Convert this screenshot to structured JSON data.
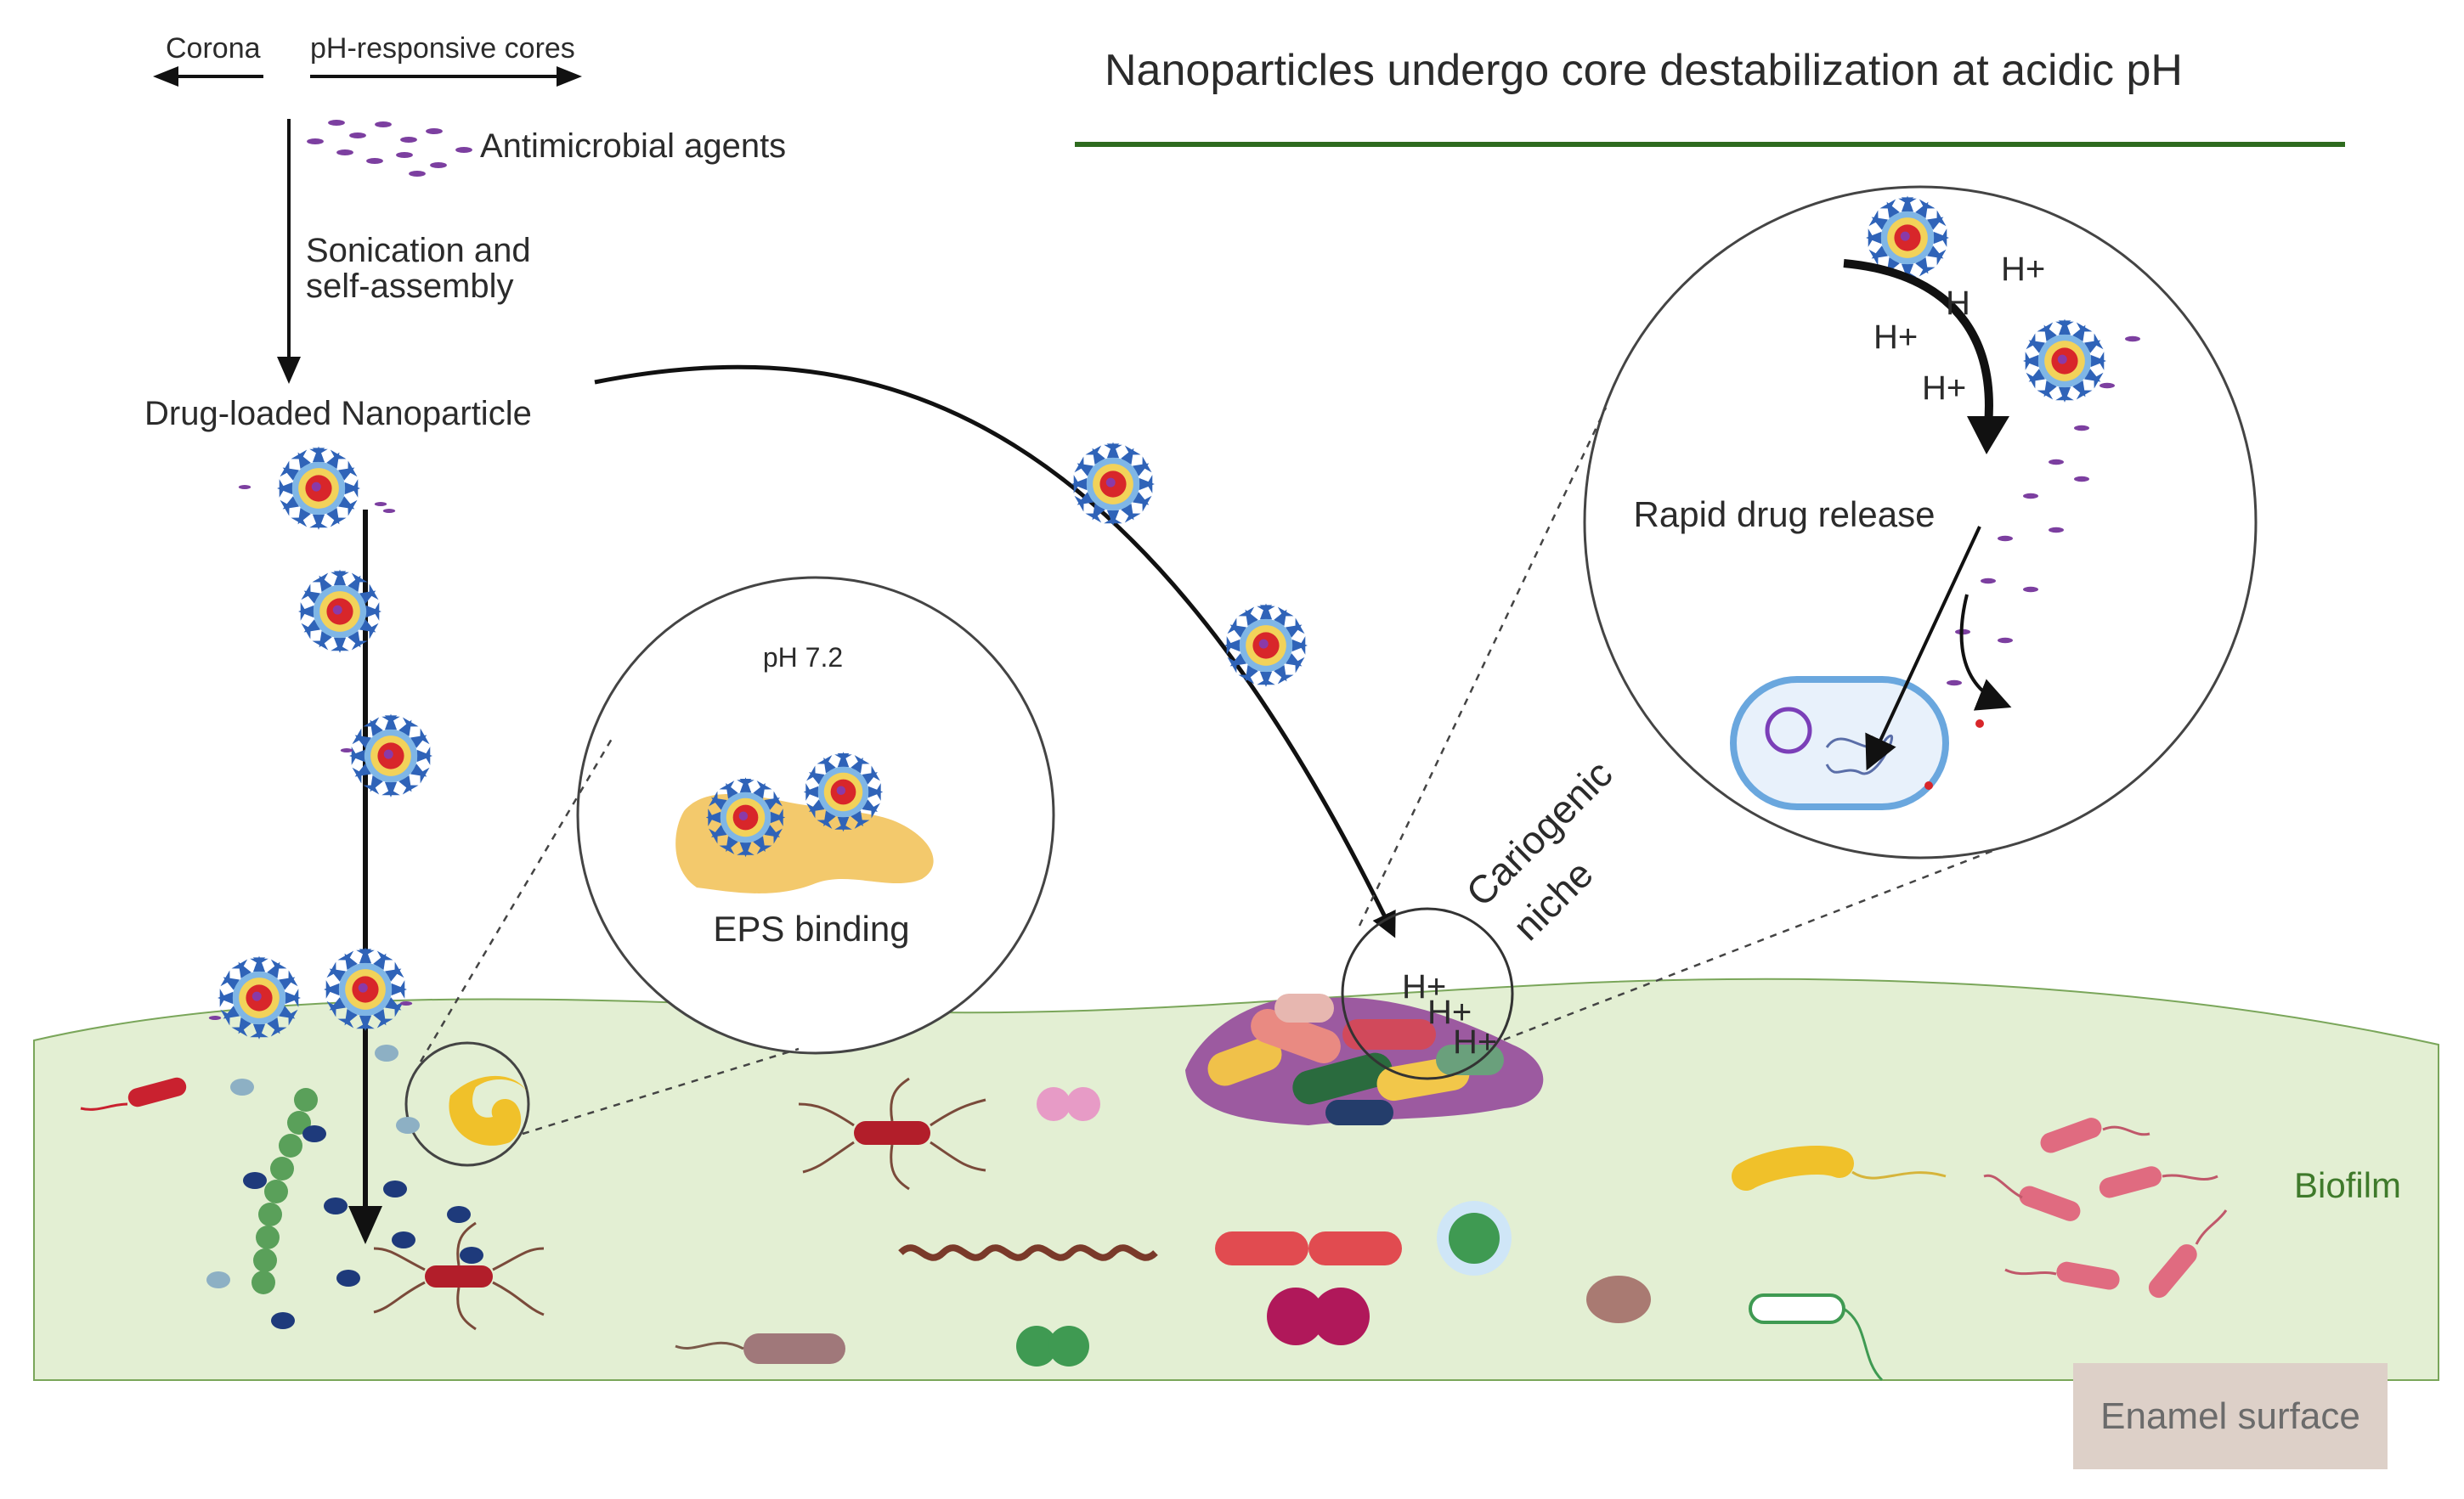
{
  "title": "Nanoparticles undergo core destabilization at acidic pH",
  "legend": {
    "corona": "Corona",
    "cores": "pH-responsive cores",
    "agents": "Antimicrobial agents"
  },
  "steps": {
    "assembly_line1": "Sonication and",
    "assembly_line2": "self-assembly",
    "nanoparticle": "Drug-loaded Nanoparticle"
  },
  "inset_neutral": {
    "ph": "pH 7.2",
    "label": "EPS binding"
  },
  "inset_acidic": {
    "label": "Rapid drug release",
    "proton": "H+",
    "h": "H"
  },
  "niche": {
    "line1": "Cariogenic",
    "line2": "niche"
  },
  "biofilm": "Biofilm",
  "enamel": "Enamel surface",
  "colors": {
    "biofilm": "#e3efd3",
    "title_rule": "#2e6b1f",
    "nanoparticle_shell": "#2f63b8",
    "nanoparticle_core": "#d8262a",
    "enamel_box": "#ddd0c8",
    "eps": "#f3c96c"
  }
}
